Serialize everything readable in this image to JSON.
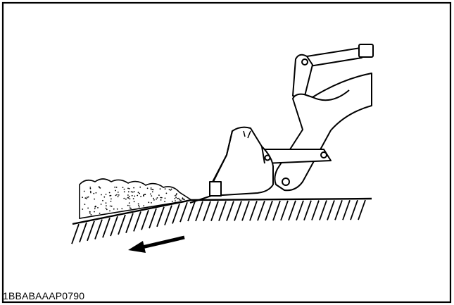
{
  "figure": {
    "code": "1BBABAAAP0790",
    "ink_color": "#000000",
    "paper_color": "#ffffff",
    "subject": "loader-bucket-digging-into-soil-pile",
    "direction_arrow": "left"
  }
}
